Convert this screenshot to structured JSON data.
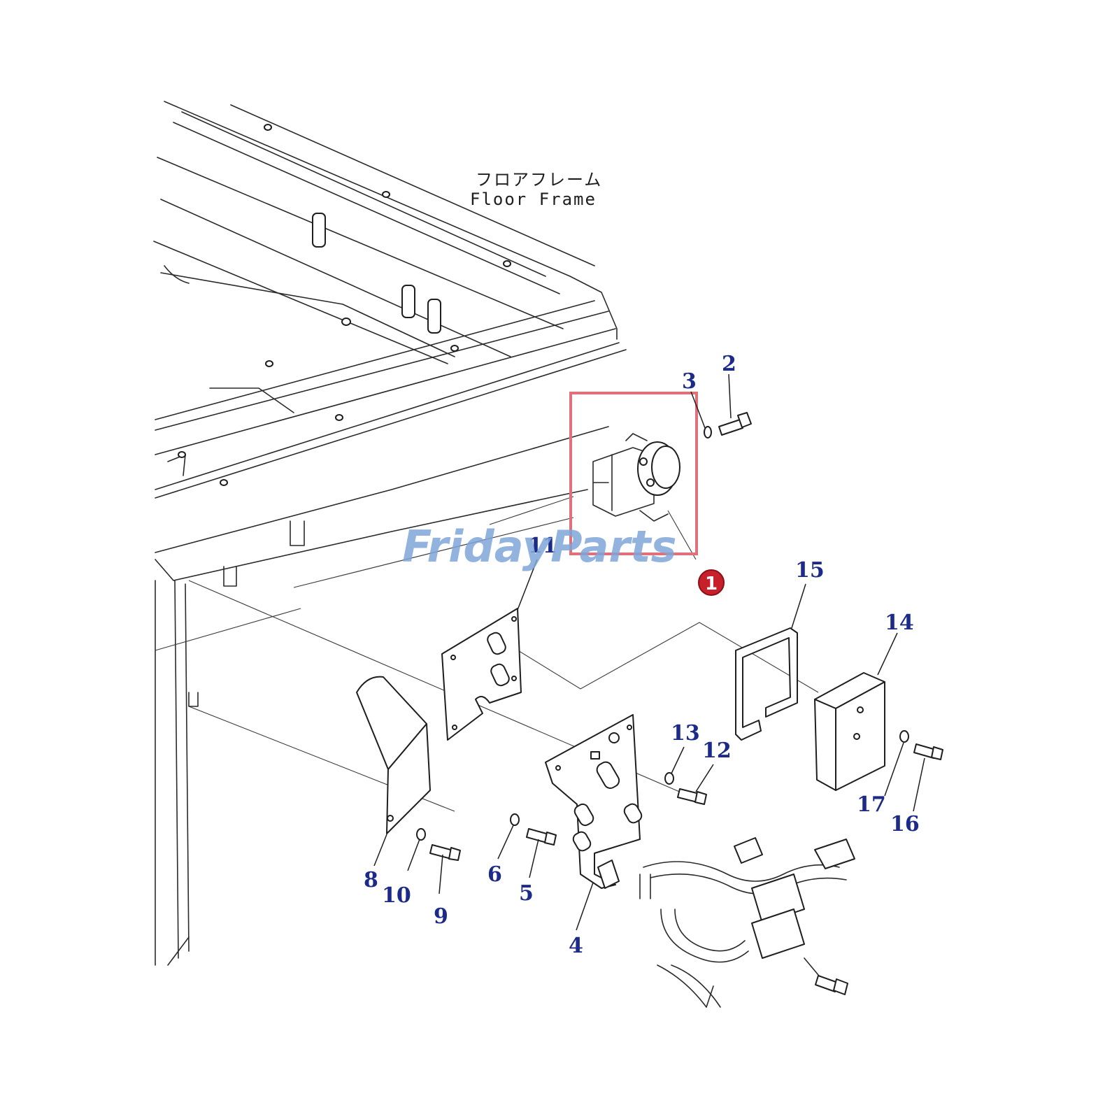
{
  "frame_label": {
    "japanese": "フロアフレーム",
    "english": "Floor Frame"
  },
  "watermark": "FridayParts",
  "highlight": {
    "color": "#e0707a",
    "badge_number": "1",
    "badge_color": "#c8202a"
  },
  "callouts": [
    "2",
    "3",
    "4",
    "5",
    "6",
    "8",
    "9",
    "10",
    "11",
    "12",
    "13",
    "14",
    "15",
    "16",
    "17"
  ],
  "colors": {
    "callout_text": "#1c2b8a",
    "line_art": "#1e1e1e"
  }
}
